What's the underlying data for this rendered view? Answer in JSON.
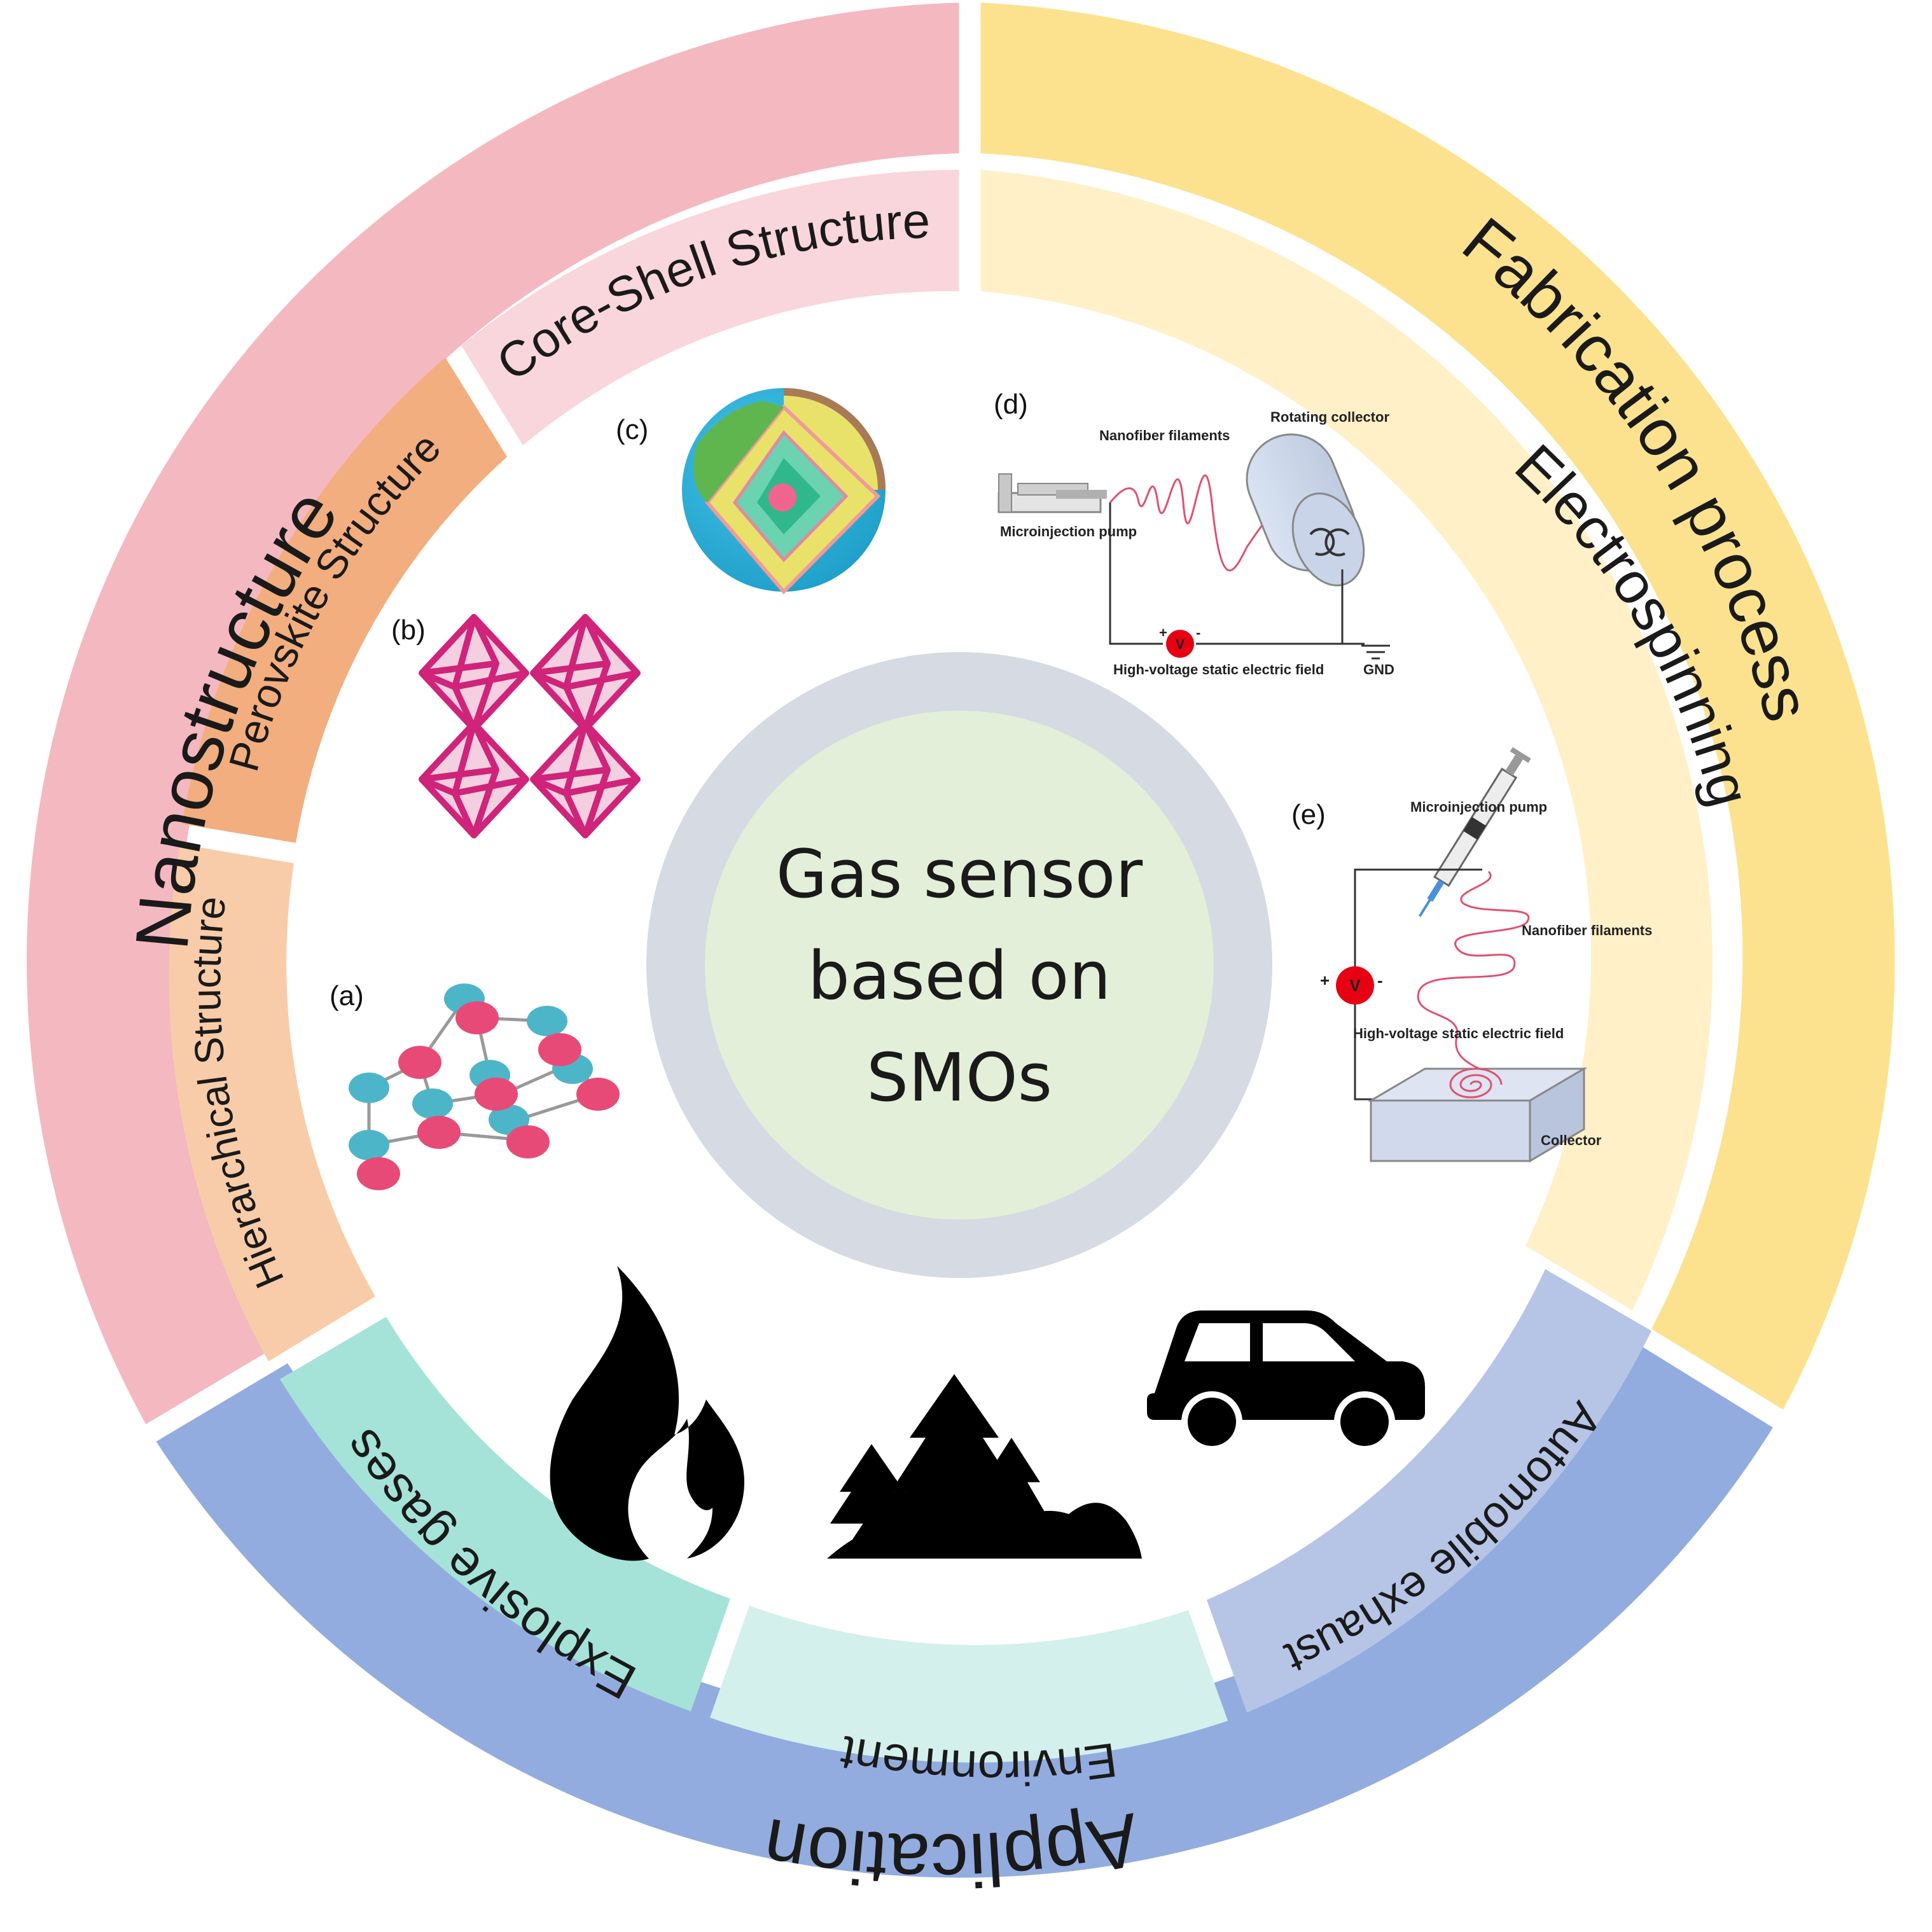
{
  "center": {
    "lines": [
      "Gas sensor",
      "based on",
      "SMOs"
    ]
  },
  "outer_ring": {
    "nanostructure": "Nanostructure",
    "fabrication": "Fabrication process",
    "application": "Application"
  },
  "inner_ring": {
    "core_shell": "Core-Shell Structure",
    "perovskite": "Perovskite Structure",
    "hierarchical": "Hierarchical Structure",
    "electrospinning": "Electrospinning",
    "explosive": "Explosive gases",
    "environment": "Environment",
    "automobile": "Automobile exhaust"
  },
  "panels": {
    "a": "(a)",
    "b": "(b)",
    "c": "(c)",
    "d": "(d)",
    "e": "(e)"
  },
  "panel_d": {
    "pump": "Microinjection pump",
    "filaments": "Nanofiber filaments",
    "collector": "Rotating collector",
    "field": "High-voltage static electric field",
    "gnd": "GND",
    "v": "V",
    "plus": "+",
    "minus": "-"
  },
  "panel_e": {
    "pump": "Microinjection pump",
    "filaments": "Nanofiber filaments",
    "field": "High-voltage static electric field",
    "collector": "Collector",
    "v": "V",
    "plus": "+",
    "minus": "-"
  },
  "icons": [
    "flame-icon",
    "forest-icon",
    "car-icon"
  ],
  "colors": {
    "nanostructure_outer": "#F4B8C1",
    "core_shell": "#F9D6DB",
    "perovskite": "#F2AE7F",
    "hierarchical": "#F8CCA8",
    "fabrication_outer": "#FCE28F",
    "electrospinning": "#FFF0C8",
    "application_outer": "#93ACDF",
    "explosive": "#A5E3D9",
    "environment": "#D3F0EC",
    "automobile": "#B6C4E6",
    "center_ring": "#D5DAE3",
    "center_fill": "#E3EFD8",
    "magenta": "#D0237A",
    "pink_node": "#E84A78",
    "teal_node": "#4DB5C8"
  }
}
